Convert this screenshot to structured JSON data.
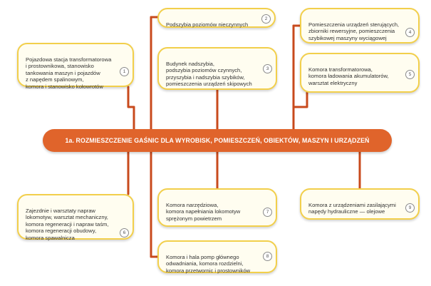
{
  "central_topic": "1a. ROZMIESZCZENIE GAŚNIC DLA WYROBISK, POMIESZCZEŃ, OBIEKTÓW, MASZYN I URZĄDZEŃ",
  "connector_color": "#c84a1c",
  "accent_color": "#e0642b",
  "node_border_color": "#f2cf4b",
  "nodes": [
    {
      "number": "1",
      "text": "Pojazdowa stacja transformatorowa\ni prostownikowa, stanowisko\ntankowania maszyn i pojazdów\nz napędem spalinowym,\nkomora i stanowisko kołowrotów"
    },
    {
      "number": "2",
      "text": "Podszybia poziomów nieczynnych"
    },
    {
      "number": "3",
      "text": "Budynek nadszybia,\npodszybia poziomów czynnych,\nprzyszybia i nadszybia szybików,\npomieszczenia urządzeń skipowych"
    },
    {
      "number": "4",
      "text": "Pomieszczenia urządzeń sterujących,\nzbiorniki rewersyjne, pomieszczenia\nszybikowej maszyny wyciągowej"
    },
    {
      "number": "5",
      "text": "Komora transformatorowa,\nkomora ładowania akumulatorów,\nwarsztat elektryczny"
    },
    {
      "number": "6",
      "text": "Zajezdnie i warsztaty napraw\nlokomotyw, warsztat mechaniczny,\nkomora regeneracji i napraw taśm,\nkomora regeneracji obudowy,\nkomora spawalnicza"
    },
    {
      "number": "7",
      "text": "Komora narzędziowa,\nkomora napełniania lokomotyw\nsprężonym powietrzem"
    },
    {
      "number": "8",
      "text": "Komora i hala pomp głównego\nodwadniania, komora rozdzielni,\nkomora przetwornic i prostowników"
    },
    {
      "number": "9",
      "text": "Komora z urządzeniami zasilającymi\nnapędy hydrauliczne — olejowe"
    }
  ]
}
